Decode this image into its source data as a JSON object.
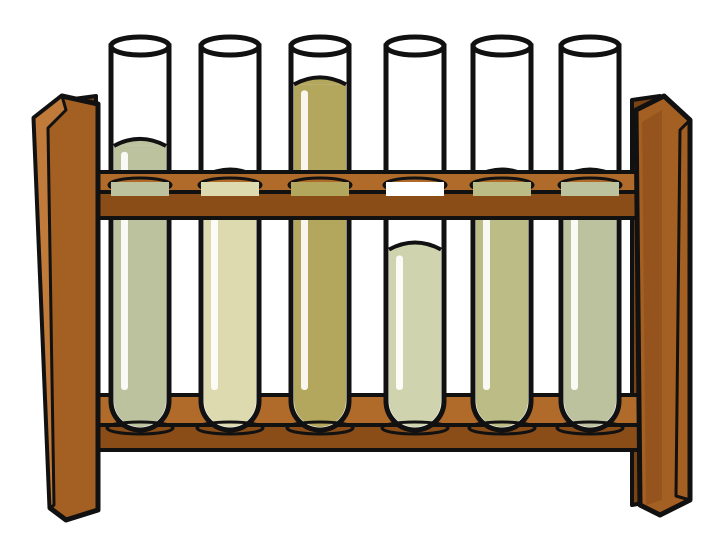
{
  "illustration": {
    "subject": "test-tube-rack",
    "colors": {
      "background": "#ffffff",
      "outline": "#111111",
      "wood": "#a45f22",
      "wood_dark": "#7a4314",
      "wood_light": "#c07a3a",
      "glass": "#ffffff",
      "highlight": "#ffffff"
    },
    "tubes": [
      {
        "liquid_color": "#bcc19e",
        "fill_level": 0.74
      },
      {
        "liquid_color": "#dedab0",
        "fill_level": 0.66
      },
      {
        "liquid_color": "#b3a75e",
        "fill_level": 0.9
      },
      {
        "liquid_color": "#cfd4ae",
        "fill_level": 0.47
      },
      {
        "liquid_color": "#bcbd86",
        "fill_level": 0.66
      },
      {
        "liquid_color": "#bcc19e",
        "fill_level": 0.66
      }
    ]
  }
}
